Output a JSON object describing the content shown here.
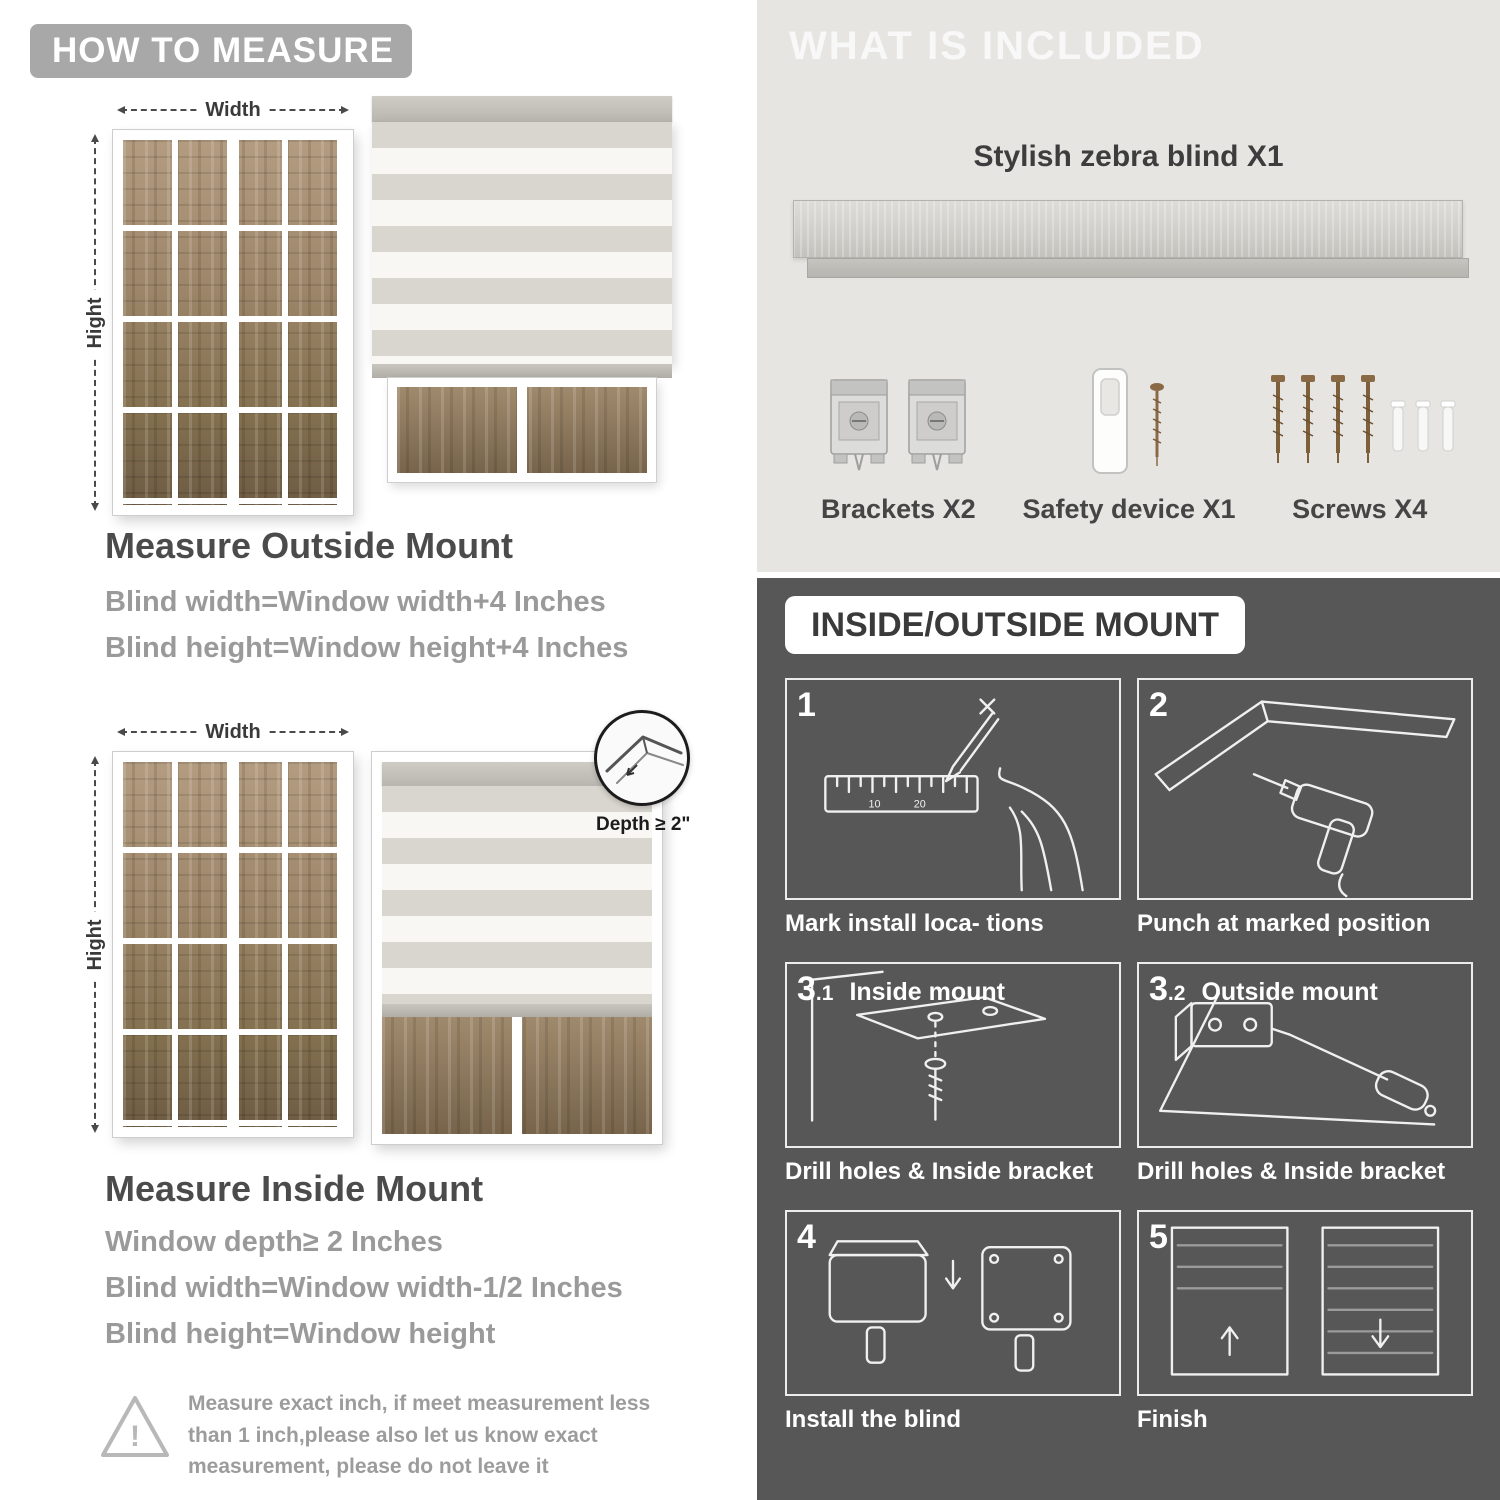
{
  "left": {
    "header": "HOW TO MEASURE",
    "outside": {
      "width_label": "Width",
      "height_label": "Hight",
      "heading": "Measure Outside Mount",
      "line1": "Blind width=Window width+4 Inches",
      "line2": "Blind height=Window height+4 Inches"
    },
    "inside": {
      "width_label": "Width",
      "height_label": "Hight",
      "depth_label": "Depth ≥ 2\"",
      "heading": "Measure Inside Mount",
      "line1": "Window depth≥ 2 Inches",
      "line2": "Blind width=Window width-1/2 Inches",
      "line3": "Blind height=Window height"
    },
    "warning": "Measure exact inch, if meet measurement less than 1 inch,please also let us know exact measurement, please do not leave it"
  },
  "right": {
    "included": {
      "header": "WHAT IS INCLUDED",
      "blind_label": "Stylish zebra blind X1",
      "parts": [
        {
          "name": "brackets",
          "label": "Brackets X2"
        },
        {
          "name": "safety-device",
          "label": "Safety device X1"
        },
        {
          "name": "screws",
          "label": "Screws X4"
        }
      ]
    },
    "mount": {
      "header": "INSIDE/OUTSIDE MOUNT",
      "steps": [
        {
          "num": "1",
          "sub": "",
          "title": "",
          "caption": "Mark install loca- tions"
        },
        {
          "num": "2",
          "sub": "",
          "title": "",
          "caption": "Punch at  marked position"
        },
        {
          "num": "3",
          "sub": ".1",
          "title": "Inside mount",
          "caption": "Drill holes &  Inside bracket"
        },
        {
          "num": "3",
          "sub": ".2",
          "title": "Outside mount",
          "caption": "Drill holes &  Inside bracket"
        },
        {
          "num": "4",
          "sub": "",
          "title": "",
          "caption": "Install the blind"
        },
        {
          "num": "5",
          "sub": "",
          "title": "",
          "caption": "Finish"
        }
      ]
    }
  },
  "colors": {
    "light_panel": "#e6e5e2",
    "dark_panel": "#575757",
    "gray_header_pill": "#a8a8a8",
    "heading_text": "#4b4b4b",
    "formula_text": "#9a9a9a"
  }
}
